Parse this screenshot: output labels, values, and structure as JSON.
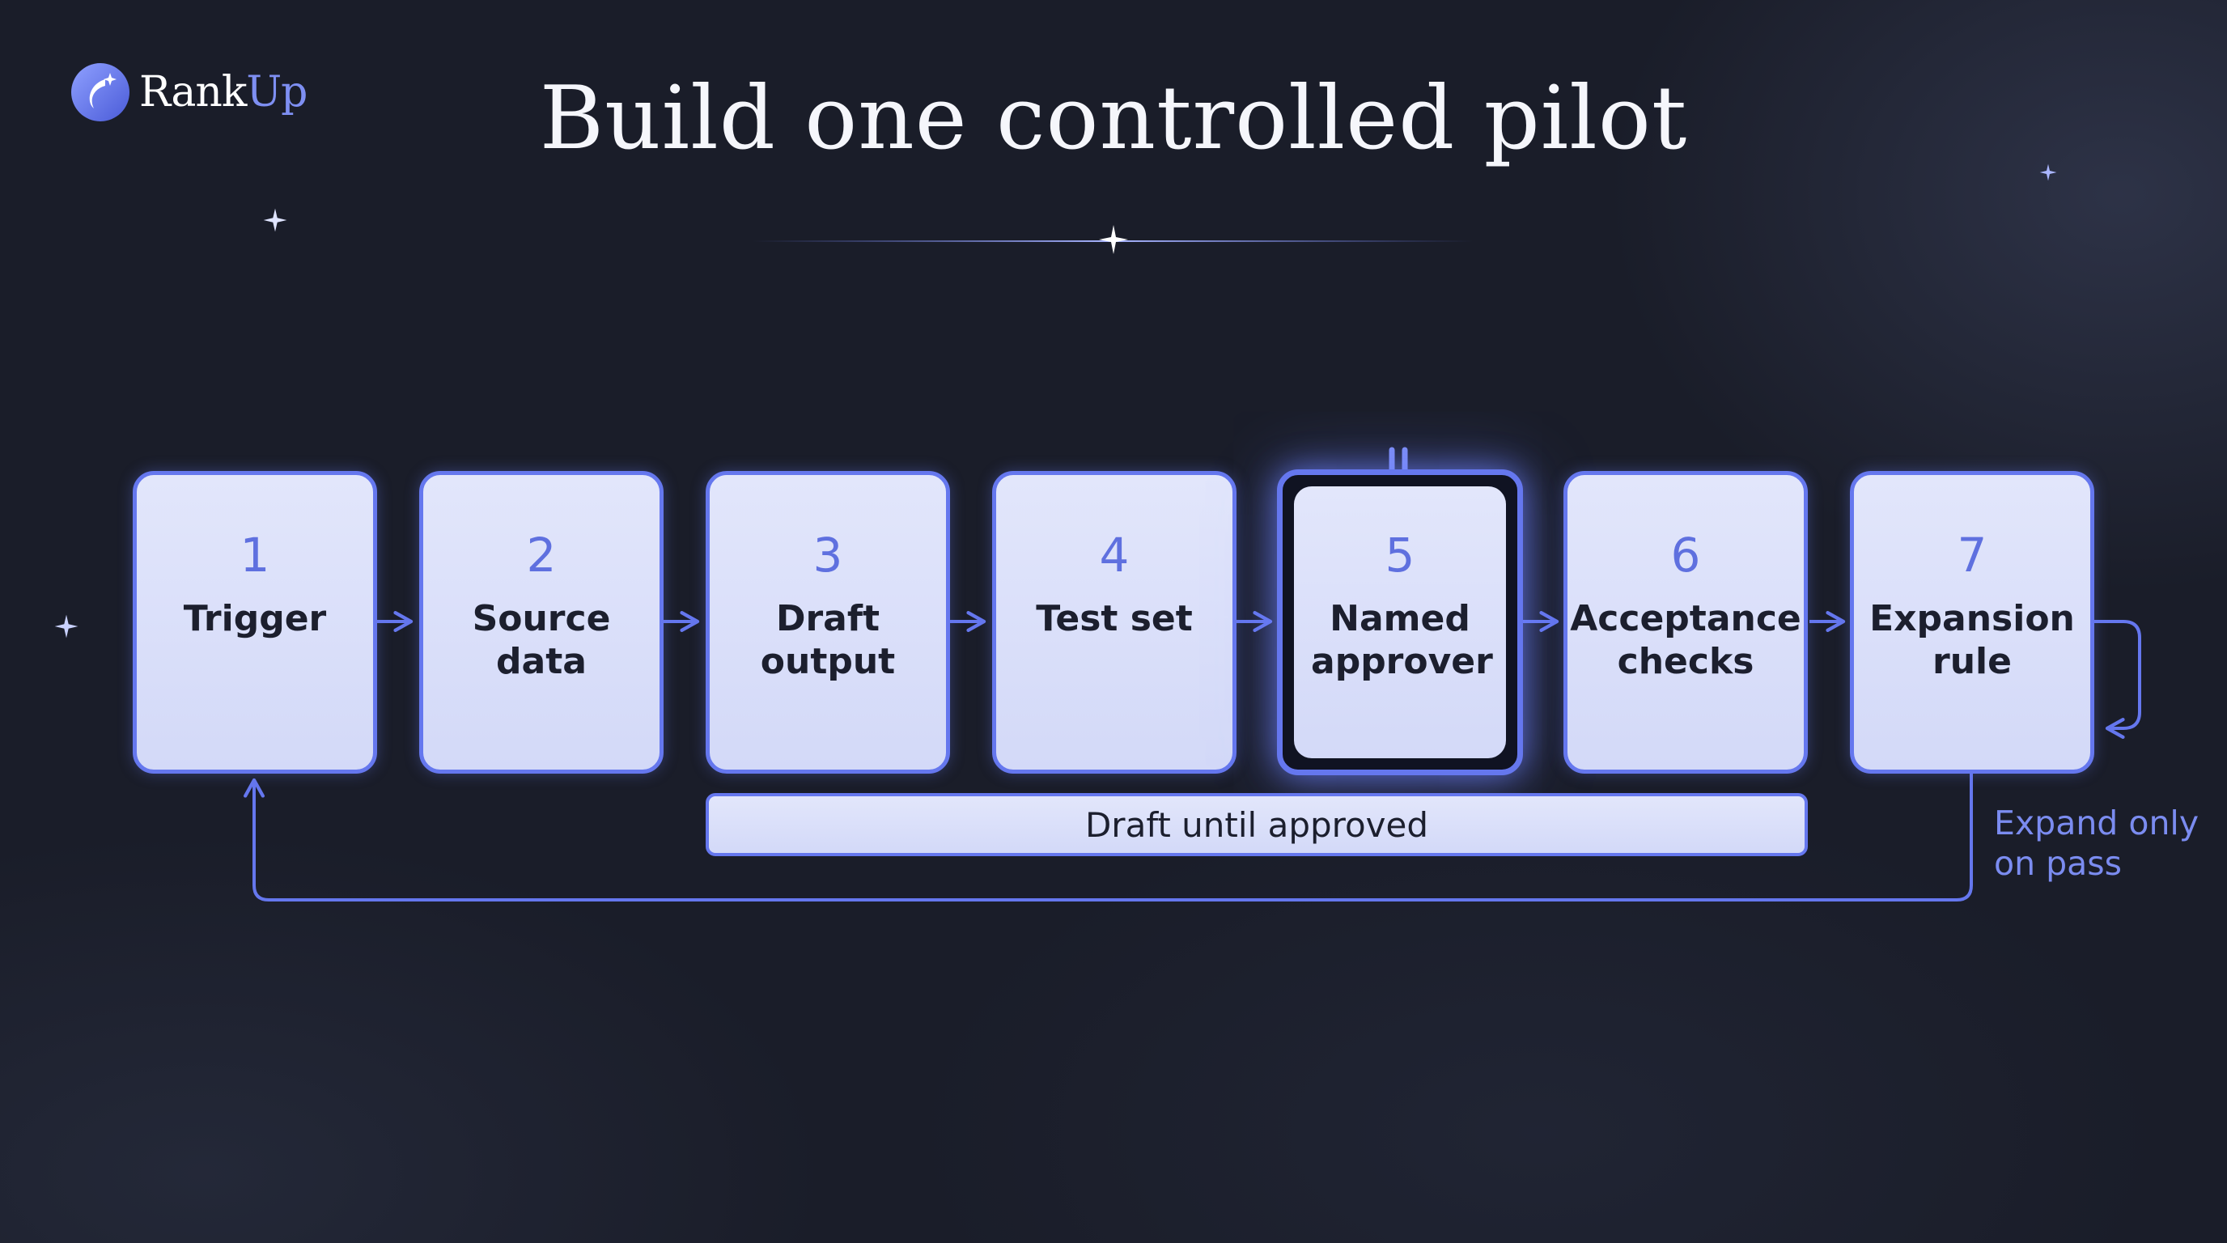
{
  "brand": {
    "name_part1": "Rank",
    "name_part2": "Up",
    "accent": "#7e8ff2"
  },
  "title": "Build one controlled pilot",
  "steps": [
    {
      "number": "1",
      "label": "Trigger"
    },
    {
      "number": "2",
      "label": "Source data"
    },
    {
      "number": "3",
      "label": "Draft output"
    },
    {
      "number": "4",
      "label": "Test set"
    },
    {
      "number": "5",
      "label": "Named approver",
      "highlighted": true
    },
    {
      "number": "6",
      "label": "Acceptance checks"
    },
    {
      "number": "7",
      "label": "Expansion rule"
    }
  ],
  "band_label": "Draft until approved",
  "loop_note": "Expand only on pass",
  "colors": {
    "background": "#1a1d29",
    "box_fill": "#dde2fa",
    "box_border": "#6577ee",
    "number_text": "#5f70df",
    "label_text": "#1c1f2e",
    "note_text": "#7b8cf0"
  }
}
